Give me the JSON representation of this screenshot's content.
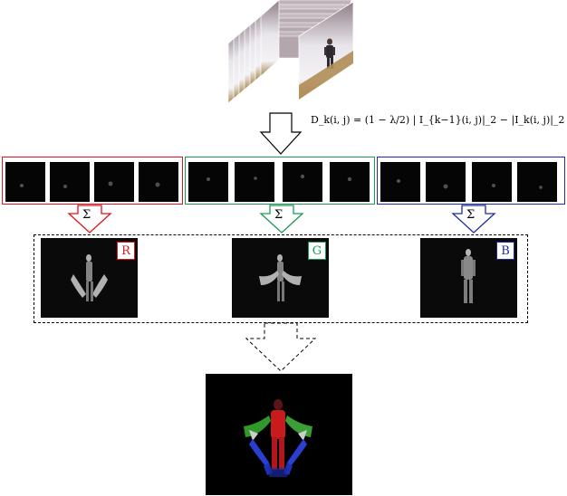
{
  "formula": {
    "text": "D_k(i, j) = (1 − λ/2) | I_{k−1}(i, j)|_2 − |I_k(i, j)|_2 |"
  },
  "groups": [
    {
      "id": "red",
      "color": "#e0141e",
      "sum_symbol": "Σ",
      "channel_label": "R"
    },
    {
      "id": "green",
      "color": "#1a9a55",
      "sum_symbol": "Σ",
      "channel_label": "G"
    },
    {
      "id": "blue",
      "color": "#1f2c9c",
      "sum_symbol": "Σ",
      "channel_label": "B"
    }
  ]
}
